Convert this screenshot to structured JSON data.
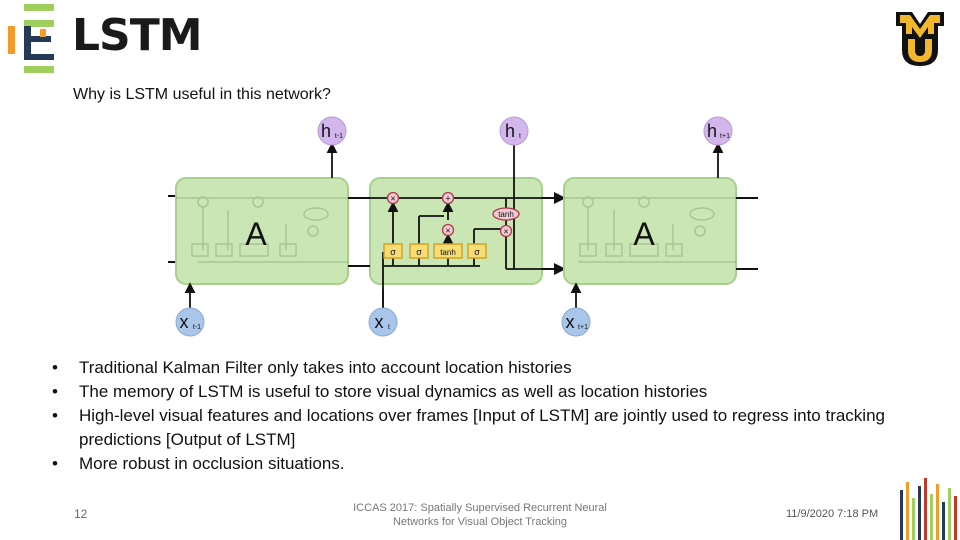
{
  "title": "LSTM",
  "subtitle": "Why is LSTM useful in this network?",
  "diagram": {
    "cell_label_left": "A",
    "cell_label_right": "A",
    "outputs": [
      "h",
      "h",
      "h"
    ],
    "output_subscripts": [
      "t-1",
      "t",
      "t+1"
    ],
    "inputs": [
      "x",
      "x",
      "x"
    ],
    "input_subscripts": [
      "t-1",
      "t",
      "t+1"
    ],
    "gates": [
      "σ",
      "σ",
      "tanh",
      "σ"
    ],
    "ops_top": [
      "×",
      "+"
    ],
    "op_tanh": "tanh",
    "op_times": "×",
    "colors": {
      "cell_fill": "#c9e6b4",
      "cell_border": "#a7d08d",
      "node_h": "#d3b7ec",
      "node_x": "#a9c5ea",
      "gate_fill": "#f6dc75",
      "gate_border": "#d6a31f",
      "op_fill": "#f3cbd3",
      "op_border": "#b0384b"
    }
  },
  "bullets": [
    "Traditional Kalman Filter only takes into account location histories",
    "The memory of LSTM is useful to store visual dynamics as well as location histories",
    "High-level visual features and locations over frames [Input of LSTM] are jointly used to regress into tracking predictions [Output of LSTM]",
    "More robust in occlusion situations."
  ],
  "footer": {
    "slide_number": "12",
    "text": "ICCAS 2017: Spatially Supervised Recurrent Neural Networks for Visual Object Tracking",
    "date": "11/9/2020 7:18 PM"
  },
  "logos": {
    "left": "ie-logo",
    "right": "mizzou-mu-logo"
  }
}
